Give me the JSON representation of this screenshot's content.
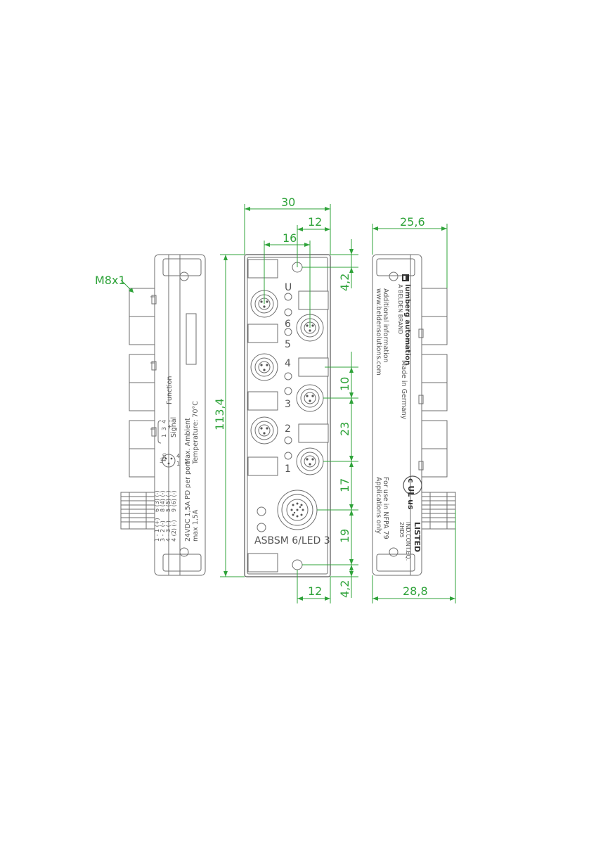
{
  "callout": {
    "thread": "M8x1"
  },
  "dimensions": {
    "width_total": "30",
    "offset_right": "12",
    "connector_spacing": "16",
    "top_offset": "4,2",
    "height_total": "113,4",
    "pitch_a": "10",
    "pitch_b": "23",
    "pitch_c": "17",
    "pitch_d": "19",
    "bottom_hole_offset": "12",
    "bottom_offset": "4,2",
    "depth_right": "25,6",
    "depth_right_with_connector": "28,8"
  },
  "front_view": {
    "led_labels": [
      "U",
      "6",
      "5",
      "4",
      "3",
      "2",
      "1"
    ],
    "model": "ASBSM 6/LED 3"
  },
  "left_view": {
    "function_label": "Function",
    "signal_label": "Signal",
    "pin_label": "Pin",
    "pin_numbers": [
      "1",
      "3",
      "4"
    ],
    "pin_symbols": [
      "+",
      "-"
    ],
    "pin_diagram_numbers": [
      "3",
      "4",
      "1"
    ],
    "rating_line1": "24VDC 1,5A PD per port",
    "rating_line2": "max 1,5A",
    "ambient_line1": "Max. Ambient",
    "ambient_line2": "Temperature: 70°C",
    "pin_table": [
      "1 - 1 (+)",
      "3 - 2 (-)",
      "4 - 3 (-)",
      "4 (2) (-)",
      "6 (3) (-)",
      "8 (4) (-)",
      "5 (5) (-)",
      "9 (6) (-)"
    ]
  },
  "right_view": {
    "brand": "lumberg automation",
    "brand_sub": "A BELDEN BRAND",
    "info_line1": "Additional information",
    "info_line2": "www.beldensolutions.com",
    "made_in": "Made in Germany",
    "use_line1": "For use in NFPA 79",
    "use_line2": "Applications only",
    "cert_mark": "c UL us",
    "listed": "LISTED",
    "cert_code": "IND.CONT.EQ.",
    "cert_num": "2HD5"
  }
}
